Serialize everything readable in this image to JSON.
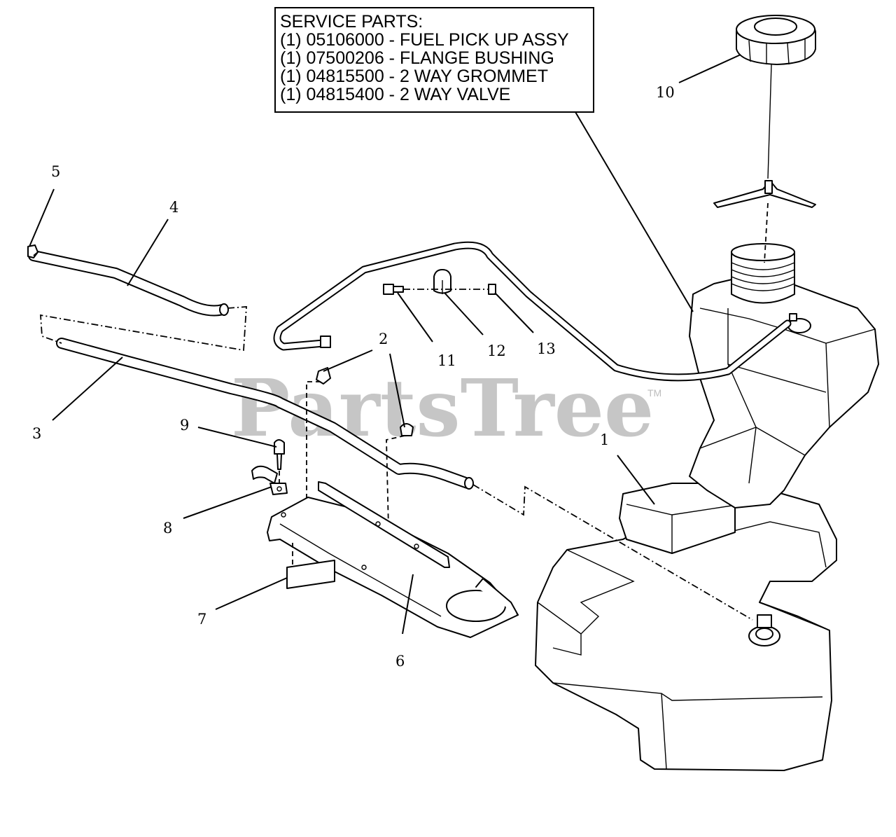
{
  "service_parts": {
    "heading": "SERVICE PARTS:",
    "lines": [
      "(1) 05106000 - FUEL PICK UP ASSY",
      "(1) 07500206 - FLANGE BUSHING",
      "(1) 04815500 - 2 WAY GROMMET",
      "(1) 04815400 - 2 WAY VALVE"
    ]
  },
  "callouts": {
    "c1": "1",
    "c2": "2",
    "c3": "3",
    "c4": "4",
    "c5": "5",
    "c6": "6",
    "c7": "7",
    "c8": "8",
    "c9": "9",
    "c10": "10",
    "c11": "11",
    "c12": "12",
    "c13": "13"
  },
  "watermark": {
    "text": "PartsTree",
    "trademark": "TM"
  }
}
